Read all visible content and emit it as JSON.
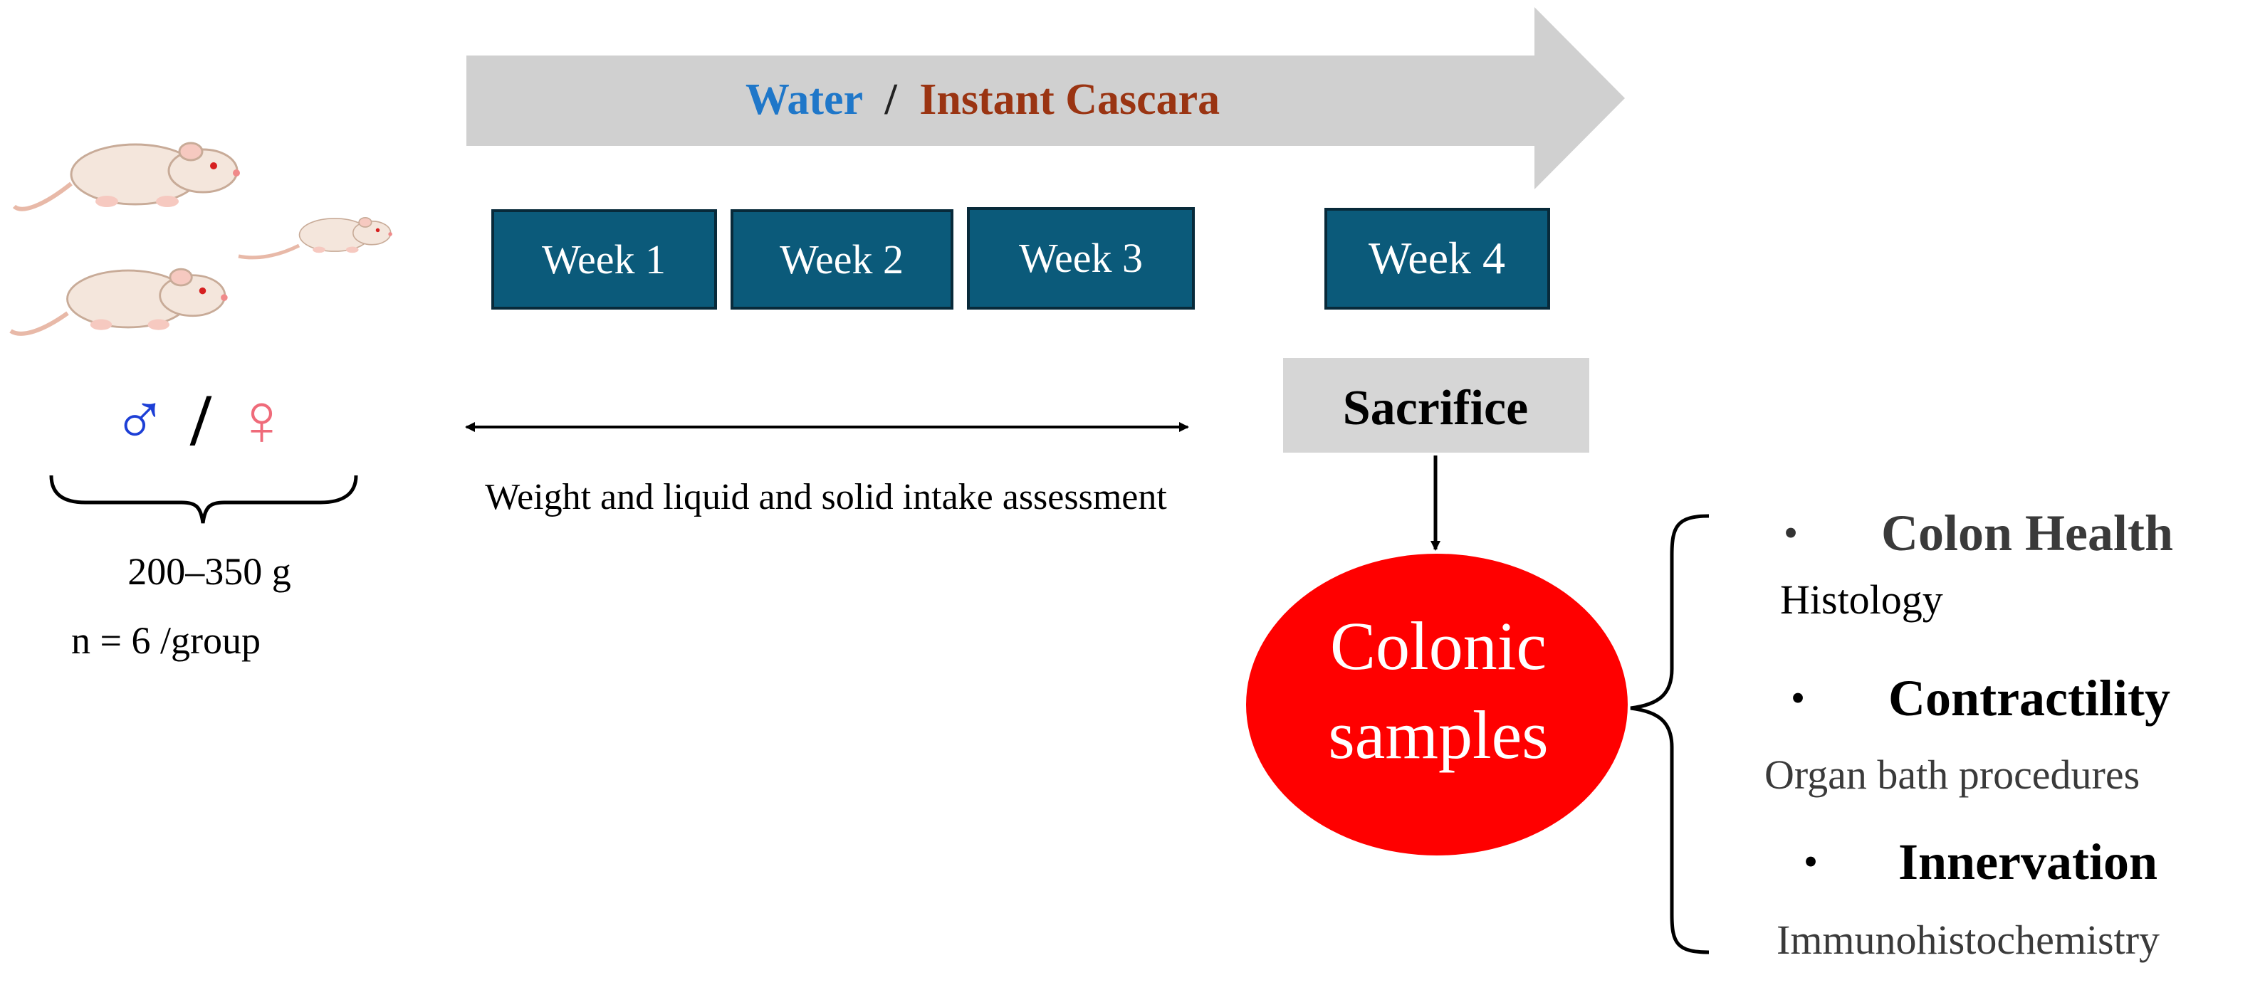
{
  "timeline": {
    "treatment_water": "Water",
    "treatment_separator": "/",
    "treatment_cascara": "Instant Cascara",
    "weeks": [
      "Week 1",
      "Week 2",
      "Week 3",
      "Week 4"
    ]
  },
  "animals": {
    "sex_male_symbol": "♂",
    "sex_separator": "/",
    "sex_female_symbol": "♀",
    "weight_range": "200–350 g",
    "group_size": "n = 6 /group"
  },
  "assessment_label": "Weight and liquid and solid intake assessment",
  "sacrifice_label": "Sacrifice",
  "samples": {
    "line1": "Colonic",
    "line2": "samples"
  },
  "outcomes": [
    {
      "bullet": "•",
      "heading": "Colon Health",
      "method": "Histology"
    },
    {
      "bullet": "•",
      "heading": "Contractility",
      "method": "Organ bath procedures"
    },
    {
      "bullet": "•",
      "heading": "Innervation",
      "method": "Immunohistochemistry"
    }
  ],
  "colors": {
    "water": "#1f77c9",
    "cascara": "#9a3412",
    "week_box": "#0b5a7a",
    "arrow": "#d0d0d0",
    "sacrifice_box": "#d6d6d6",
    "samples_ellipse": "#ff0000",
    "male": "#1d3fd6",
    "female": "#ef6b7a"
  },
  "icons": [
    "rat-icon",
    "double-arrow-icon",
    "brace-icon"
  ]
}
